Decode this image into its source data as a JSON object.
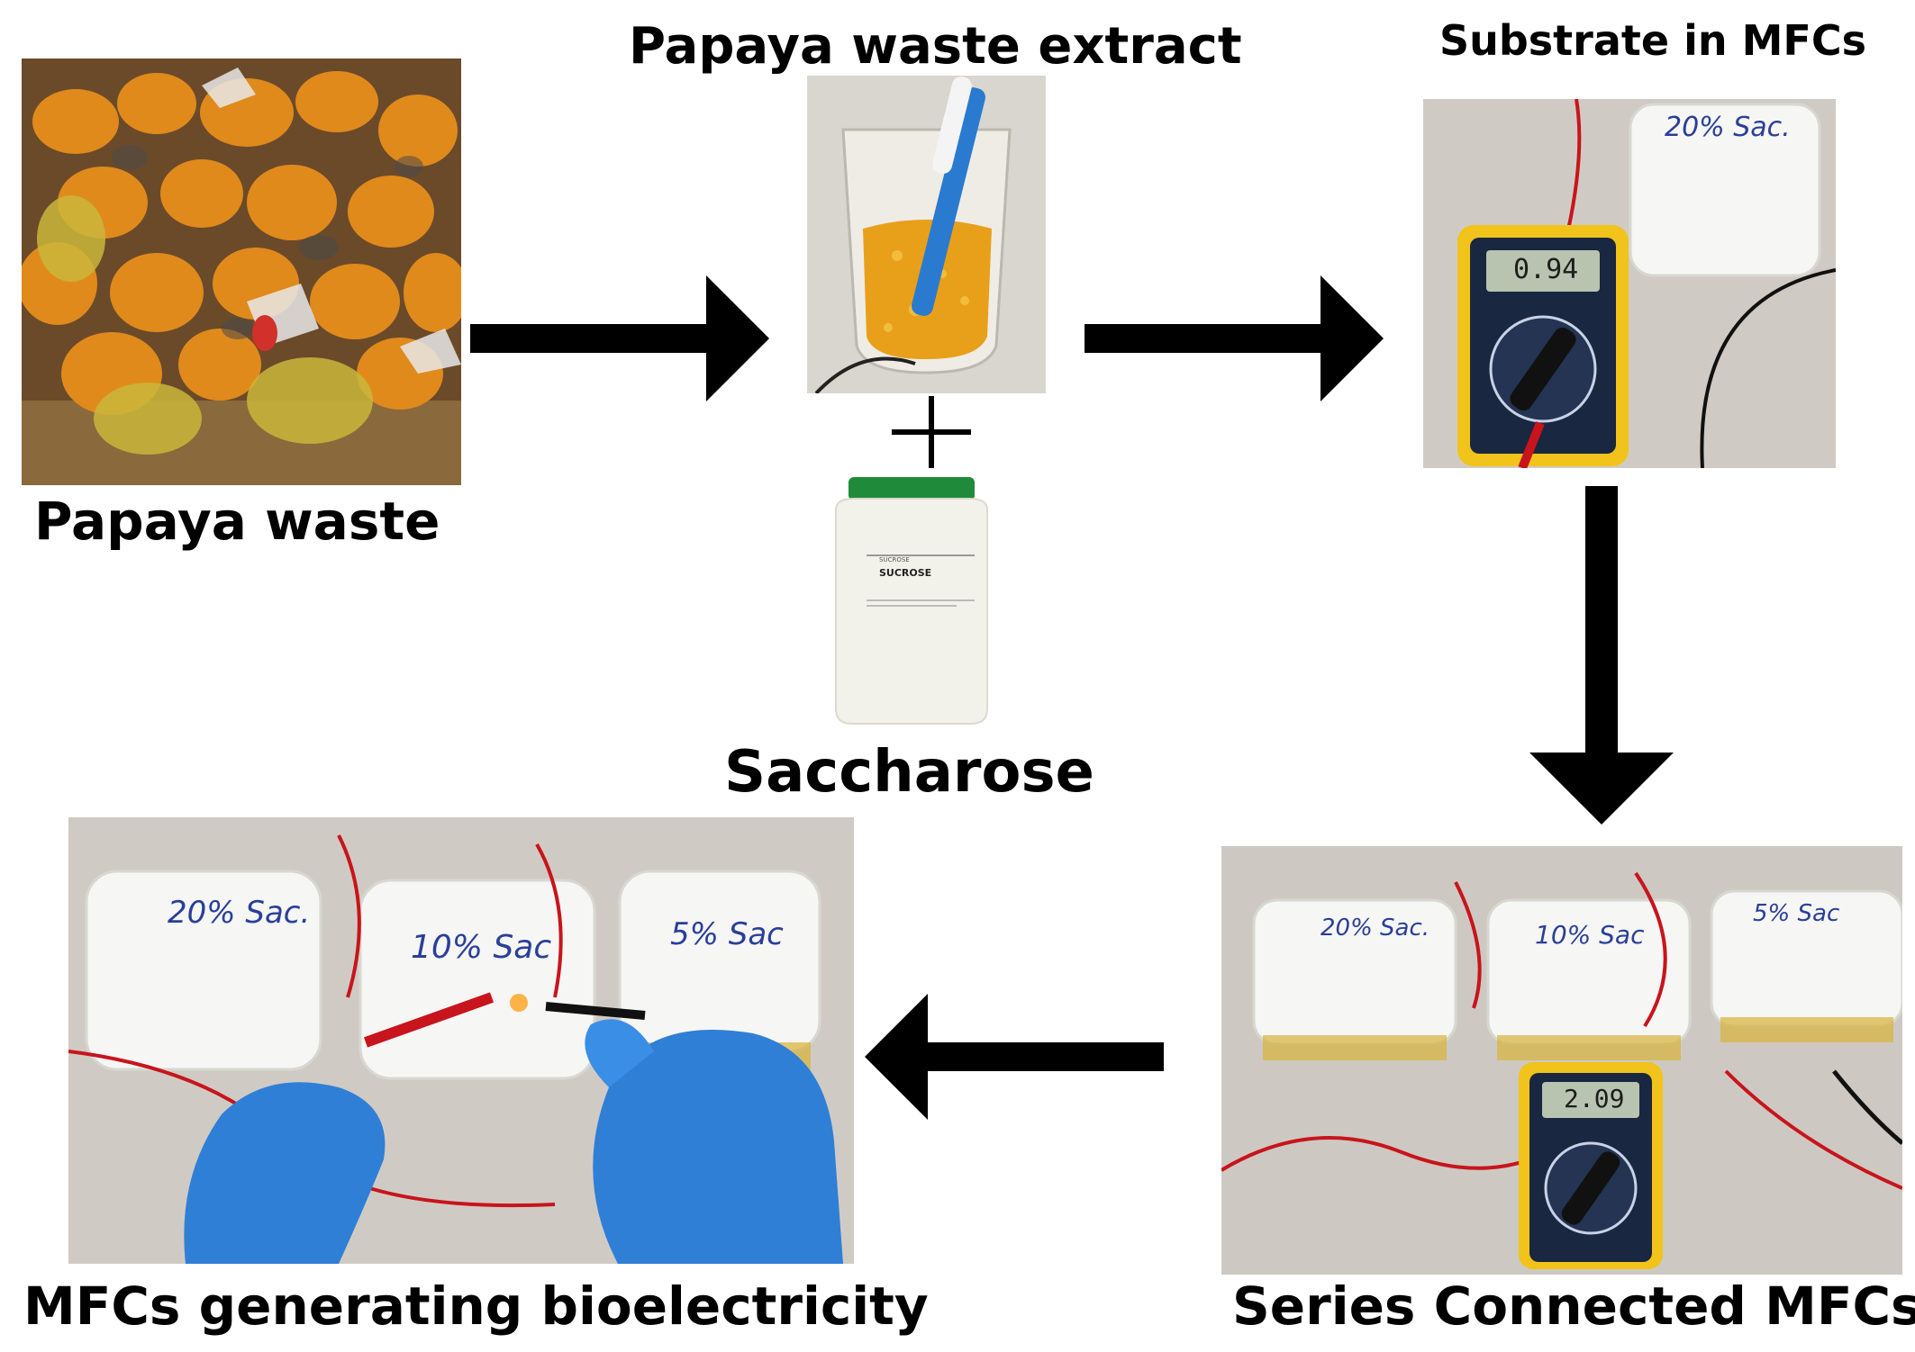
{
  "labels": {
    "papaya_waste": "Papaya waste",
    "papaya_extract": "Papaya waste extract",
    "substrate": "Substrate in MFCs",
    "saccharose": "Saccharose",
    "series": "Series Connected MFCs",
    "bioelectricity": "MFCs generating bioelectricity"
  },
  "photo_text": {
    "substrate_lid": "20% Sac.",
    "substrate_display": "0.94",
    "jar_name_small": "SUCROSE",
    "jar_name": "SUCROSE",
    "series_lids": [
      "20% Sac.",
      "10% Sac",
      "5% Sac"
    ],
    "series_display": "2.09",
    "bio_lids": [
      "20% Sac.",
      "10% Sac",
      "5% Sac"
    ]
  },
  "colors": {
    "arrow": "#000000",
    "papaya_orange": "#e08a1c",
    "glove_blue": "#2f7fd6",
    "wire_red": "#c8141c",
    "meter_yellow": "#f2c31a",
    "lid_ink": "#2a3f9a"
  }
}
